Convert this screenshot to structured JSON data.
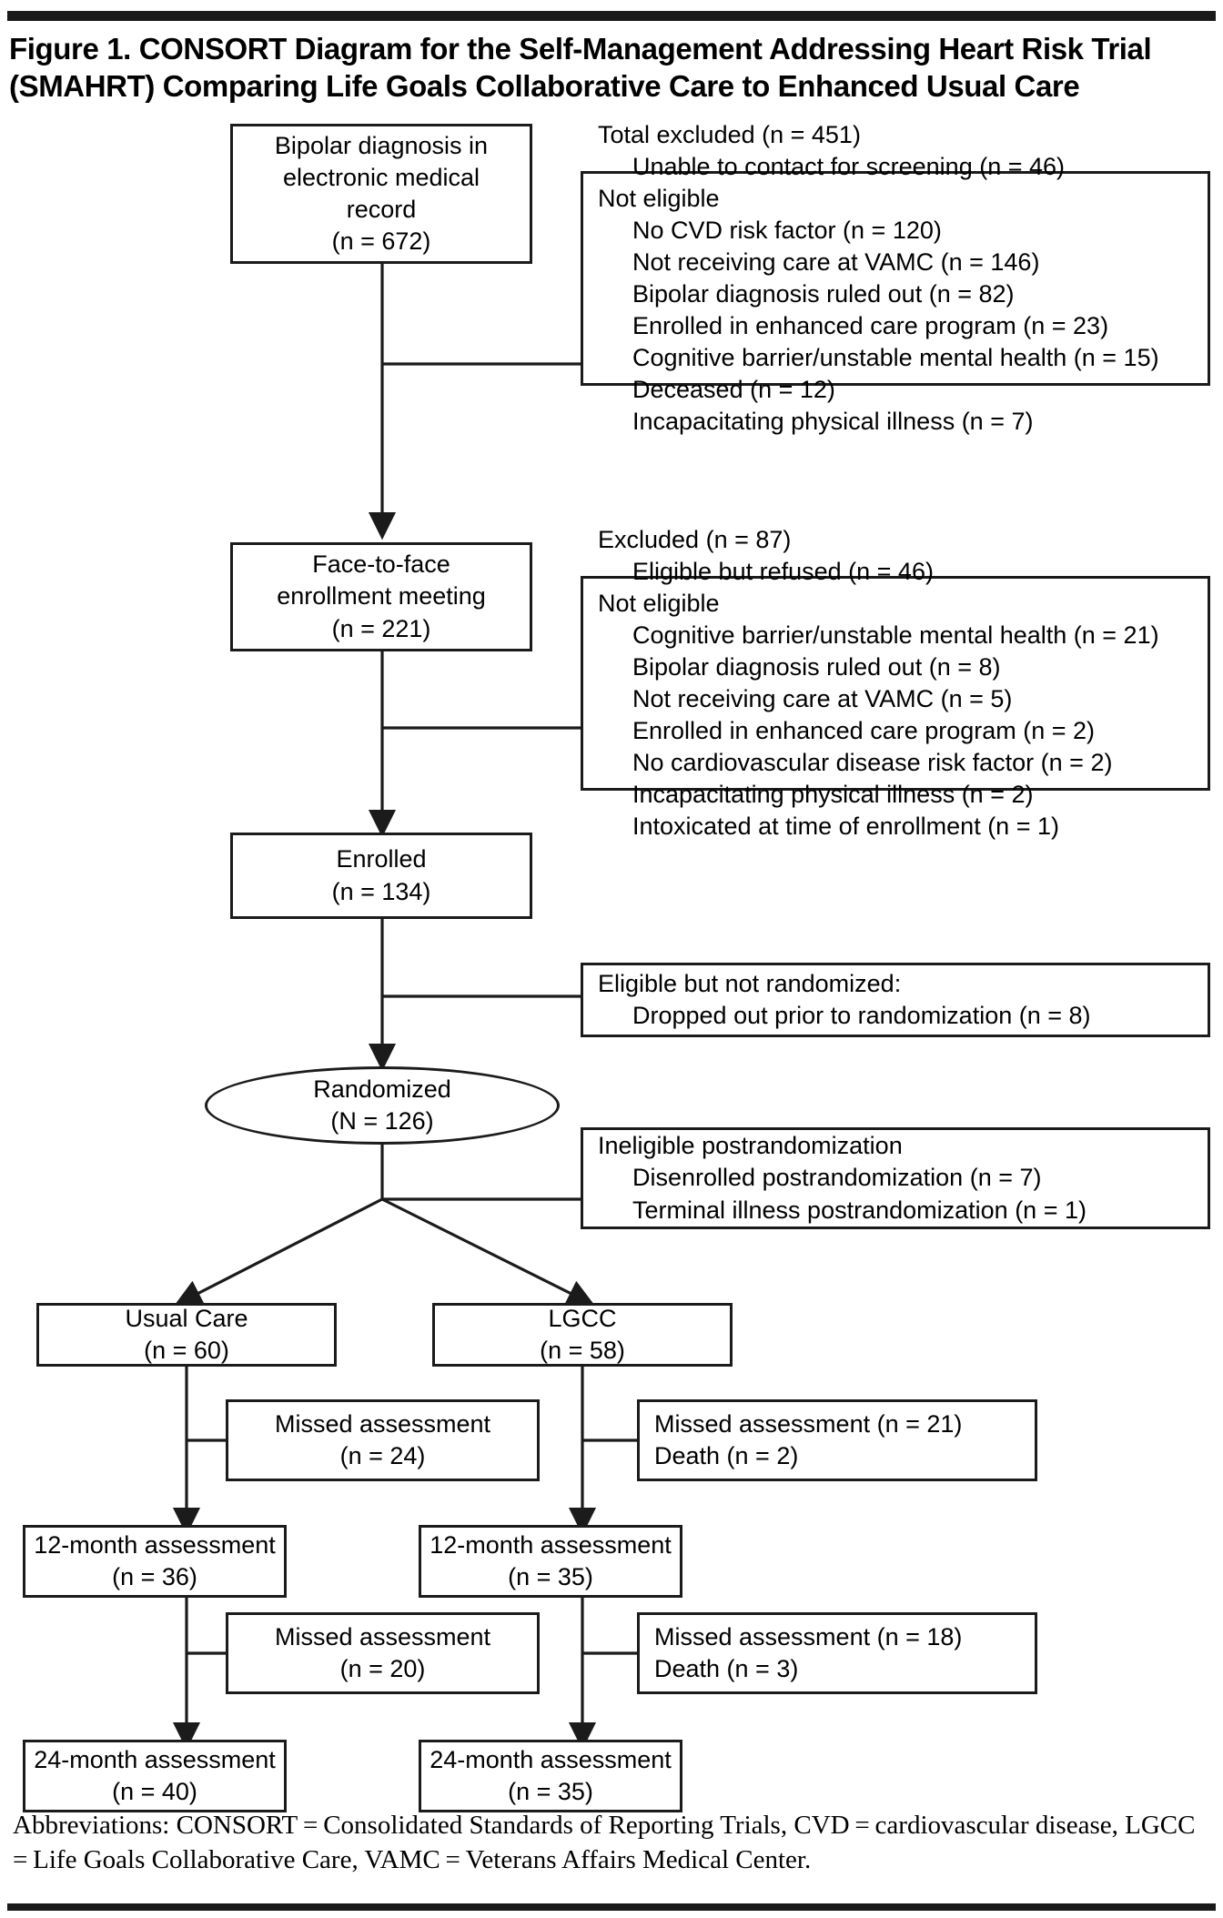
{
  "figure": {
    "title": "Figure 1. CONSORT Diagram for the Self-Management Addressing Heart Risk Trial (SMAHRT) Comparing Life Goals Collaborative Care to Enhanced Usual Care",
    "footnote": "Abbreviations: CONSORT = Consolidated Standards of Reporting Trials, CVD = cardiovascular disease, LGCC = Life Goals Collaborative Care, VAMC = Veterans Affairs Medical Center."
  },
  "chart_data": {
    "type": "diagram",
    "title": "CONSORT flow diagram (SMAHRT trial)",
    "nodes": [
      {
        "id": "screened",
        "label": "Bipolar diagnosis in electronic medical record",
        "n": 672
      },
      {
        "id": "enrollment_meeting",
        "label": "Face-to-face enrollment meeting",
        "n": 221
      },
      {
        "id": "enrolled",
        "label": "Enrolled",
        "n": 134
      },
      {
        "id": "randomized",
        "label": "Randomized",
        "n": 126
      },
      {
        "id": "usual_care",
        "label": "Usual Care",
        "n": 60
      },
      {
        "id": "lgcc",
        "label": "LGCC",
        "n": 58
      },
      {
        "id": "uc_12mo",
        "label": "12-month assessment",
        "n": 36
      },
      {
        "id": "lgcc_12mo",
        "label": "12-month assessment",
        "n": 35
      },
      {
        "id": "uc_24mo",
        "label": "24-month assessment",
        "n": 40
      },
      {
        "id": "lgcc_24mo",
        "label": "24-month assessment",
        "n": 35
      }
    ],
    "exclusions": [
      {
        "stage": "screening",
        "total": 451,
        "reasons": [
          {
            "label": "Unable to contact for screening",
            "n": 46
          },
          {
            "label": "No CVD risk factor",
            "n": 120
          },
          {
            "label": "Not receiving care at VAMC",
            "n": 146
          },
          {
            "label": "Bipolar diagnosis ruled out",
            "n": 82
          },
          {
            "label": "Enrolled in enhanced care program",
            "n": 23
          },
          {
            "label": "Cognitive barrier/unstable mental health",
            "n": 15
          },
          {
            "label": "Deceased",
            "n": 12
          },
          {
            "label": "Incapacitating physical illness",
            "n": 7
          }
        ]
      },
      {
        "stage": "enrollment_meeting",
        "total": 87,
        "reasons": [
          {
            "label": "Eligible but refused",
            "n": 46
          },
          {
            "label": "Cognitive barrier/unstable mental health",
            "n": 21
          },
          {
            "label": "Bipolar diagnosis ruled out",
            "n": 8
          },
          {
            "label": "Not receiving care at VAMC",
            "n": 5
          },
          {
            "label": "Enrolled in enhanced care program",
            "n": 2
          },
          {
            "label": "No cardiovascular disease risk factor",
            "n": 2
          },
          {
            "label": "Incapacitating physical illness",
            "n": 2
          },
          {
            "label": "Intoxicated at time of enrollment",
            "n": 1
          }
        ]
      },
      {
        "stage": "prerandomization",
        "reasons": [
          {
            "label": "Dropped out prior to randomization",
            "n": 8
          }
        ]
      },
      {
        "stage": "postrandomization",
        "reasons": [
          {
            "label": "Disenrolled postrandomization",
            "n": 7
          },
          {
            "label": "Terminal illness postrandomization",
            "n": 1
          }
        ]
      }
    ],
    "losses": [
      {
        "arm": "Usual Care",
        "timepoint": "12-month",
        "missed_assessment": 24
      },
      {
        "arm": "LGCC",
        "timepoint": "12-month",
        "missed_assessment": 21,
        "death": 2
      },
      {
        "arm": "Usual Care",
        "timepoint": "24-month",
        "missed_assessment": 20
      },
      {
        "arm": "LGCC",
        "timepoint": "24-month",
        "missed_assessment": 18,
        "death": 3
      }
    ]
  },
  "boxes": {
    "screened": {
      "l1": "Bipolar diagnosis in",
      "l2": "electronic medical",
      "l3": "record",
      "l4": "(n = 672)"
    },
    "excluded_screening": {
      "l1": "Total excluded (n = 451)",
      "l2": "Unable to contact for screening (n = 46)",
      "l3": "Not eligible",
      "l4": "No CVD risk factor (n = 120)",
      "l5": "Not receiving care at VAMC (n = 146)",
      "l6": "Bipolar diagnosis ruled out (n = 82)",
      "l7": "Enrolled in enhanced care program (n = 23)",
      "l8": "Cognitive barrier/unstable mental health (n = 15)",
      "l9": "Deceased (n = 12)",
      "l10": "Incapacitating physical illness (n = 7)"
    },
    "enrollment_meeting": {
      "l1": "Face-to-face",
      "l2": "enrollment meeting",
      "l3": "(n = 221)"
    },
    "excluded_meeting": {
      "l1": "Excluded (n = 87)",
      "l2": "Eligible but refused (n = 46)",
      "l3": "Not eligible",
      "l4": "Cognitive barrier/unstable mental health (n = 21)",
      "l5": "Bipolar diagnosis ruled out (n = 8)",
      "l6": "Not receiving care at VAMC (n = 5)",
      "l7": "Enrolled in enhanced care program (n = 2)",
      "l8": "No cardiovascular disease risk factor (n = 2)",
      "l9": "Incapacitating physical illness (n = 2)",
      "l10": "Intoxicated at time of enrollment (n = 1)"
    },
    "enrolled": {
      "l1": "Enrolled",
      "l2": "(n = 134)"
    },
    "not_randomized": {
      "l1": "Eligible but not randomized:",
      "l2": "Dropped out prior to randomization (n = 8)"
    },
    "randomized": {
      "l1": "Randomized",
      "l2": "(N = 126)"
    },
    "ineligible_post": {
      "l1": "Ineligible postrandomization",
      "l2": "Disenrolled postrandomization (n = 7)",
      "l3": "Terminal illness postrandomization (n = 1)"
    },
    "usual_care": {
      "l1": "Usual Care",
      "l2": "(n = 60)"
    },
    "lgcc": {
      "l1": "LGCC",
      "l2": "(n = 58)"
    },
    "uc_missed_12": {
      "l1": "Missed assessment",
      "l2": "(n = 24)"
    },
    "lgcc_missed_12": {
      "l1": "Missed assessment (n = 21)",
      "l2": "Death (n = 2)"
    },
    "uc_12mo": {
      "l1": "12-month assessment",
      "l2": "(n = 36)"
    },
    "lgcc_12mo": {
      "l1": "12-month assessment",
      "l2": "(n = 35)"
    },
    "uc_missed_24": {
      "l1": "Missed assessment",
      "l2": "(n = 20)"
    },
    "lgcc_missed_24": {
      "l1": "Missed assessment (n = 18)",
      "l2": "Death (n = 3)"
    },
    "uc_24mo": {
      "l1": "24-month assessment",
      "l2": "(n = 40)"
    },
    "lgcc_24mo": {
      "l1": "24-month assessment",
      "l2": "(n = 35)"
    }
  }
}
